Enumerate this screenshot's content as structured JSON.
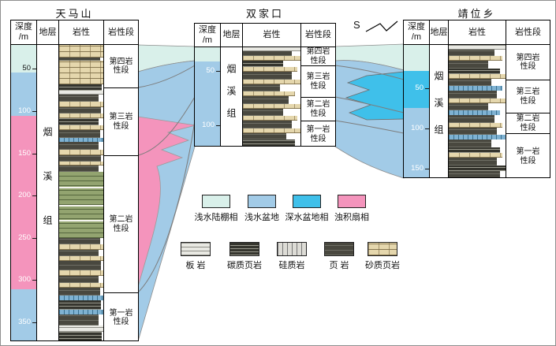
{
  "titles": {
    "left": "天马山",
    "middle": "双家口",
    "right": "靖位乡"
  },
  "direction": "S",
  "headers": {
    "depth": "深度\n/m",
    "stratum": "地层",
    "lith": "岩性",
    "member": "岩性段"
  },
  "formation": "烟溪组",
  "left": {
    "ticks": [
      "50",
      "100",
      "150",
      "200",
      "250",
      "300",
      "350"
    ],
    "members": [
      "第四岩性段",
      "第三岩性段",
      "第二岩性段",
      "第一岩性段"
    ]
  },
  "middle": {
    "ticks": [
      "50",
      "100"
    ],
    "members": [
      "第四岩性段",
      "第三岩性段",
      "第二岩性段",
      "第一岩性段"
    ]
  },
  "right": {
    "ticks": [
      "50",
      "100",
      "150"
    ],
    "members": [
      "第四岩性段",
      "第三岩性段",
      "第二岩性段",
      "第一岩性段"
    ]
  },
  "legend_facies": [
    {
      "label": "浅水陆棚相",
      "color": "#d9f0ea"
    },
    {
      "label": "浅水盆地",
      "color": "#a2cbe7"
    },
    {
      "label": "深水盆地相",
      "color": "#3fc0ea"
    },
    {
      "label": "浊积扇相",
      "color": "#f494bc"
    }
  ],
  "legend_lith": [
    {
      "label": "板 岩",
      "pattern": "slate"
    },
    {
      "label": "碳质页岩",
      "pattern": "carbonaceous-shale"
    },
    {
      "label": "硅质岩",
      "pattern": "siliceous-rock"
    },
    {
      "label": "页 岩",
      "pattern": "shale"
    },
    {
      "label": "砂质页岩",
      "pattern": "sandy-shale"
    }
  ]
}
